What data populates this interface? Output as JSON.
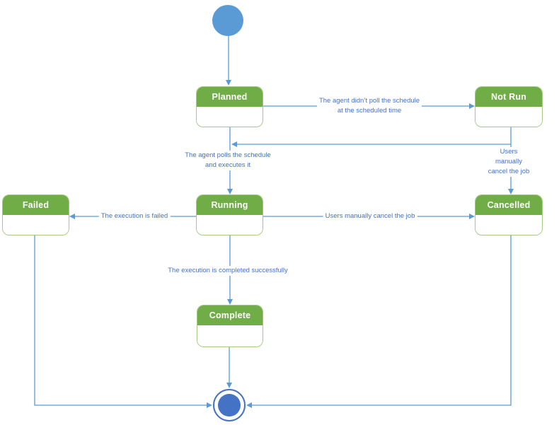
{
  "states": [
    {
      "id": "planned",
      "label": "Planned"
    },
    {
      "id": "not_run",
      "label": "Not Run"
    },
    {
      "id": "failed",
      "label": "Failed"
    },
    {
      "id": "running",
      "label": "Running"
    },
    {
      "id": "cancelled",
      "label": "Cancelled"
    },
    {
      "id": "complete",
      "label": "Complete"
    }
  ],
  "edge_labels": {
    "planned_to_not_run": "The agent didn’t poll the schedule\nat the scheduled time",
    "planned_to_running": "The agent polls the schedule\nand executes it",
    "not_run_to_cancelled": "Users manually cancel the job",
    "running_to_failed": "The execution is failed",
    "running_to_cancelled": "Users manually cancel the job",
    "running_to_complete": "The execution is completed successfully"
  },
  "colors": {
    "state_header_fill": "#70ad47",
    "state_border": "#a3cb82",
    "state_title_text": "#ffffff",
    "edge_line": "#5b9bd5",
    "edge_label_text": "#4472c4",
    "initial_node_fill": "#5b9bd5",
    "final_node_fill": "#4472c4",
    "background": "#ffffff"
  }
}
